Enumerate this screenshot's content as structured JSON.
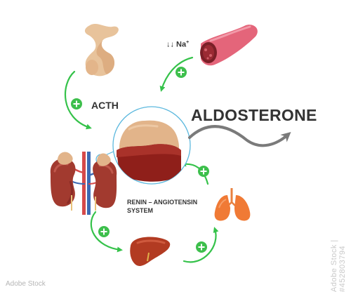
{
  "diagram": {
    "title": "ALDOSTERONE",
    "acth_label": "ACTH",
    "sodium_label": "↓↓ Na",
    "sodium_sup": "+",
    "ras_label_line1": "RENIN – ANGIOTENSIN",
    "ras_label_line2": "SYSTEM"
  },
  "watermark": {
    "stock_id": "Adobe Stock | #452803794",
    "brand": "Adobe Stock"
  },
  "colors": {
    "arrow_green": "#35c24a",
    "plus_green": "#3dbf4c",
    "title_gray": "#333333",
    "wavy_arrow": "#7a7a7a",
    "zoom_circle": "#5bb8de",
    "kidney": "#a23a2f",
    "adrenal": "#e2b48a",
    "lung": "#f07a35",
    "liver": "#b23b22",
    "vessel": "#e4657a"
  }
}
